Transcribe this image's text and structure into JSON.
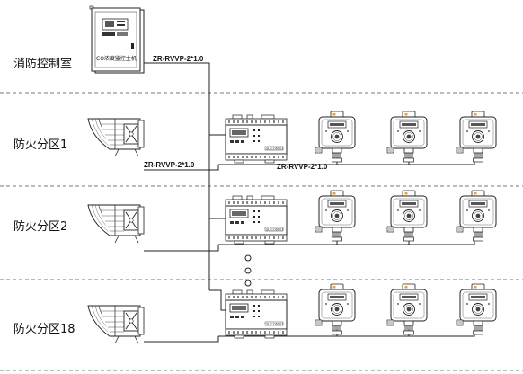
{
  "zones": [
    {
      "label": "消防控制室"
    },
    {
      "label": "防火分区1"
    },
    {
      "label": "防火分区2"
    },
    {
      "label": "防火分区18"
    }
  ],
  "host": {
    "label": "CO浓度监控主机"
  },
  "cables": {
    "trunk": "ZR-RVVP-2*1.0",
    "fan": "ZR-RVVP-2*1.0",
    "bus": "ZR-RVVP-2*1.0"
  },
  "module_badge": "SL-CO6003"
}
